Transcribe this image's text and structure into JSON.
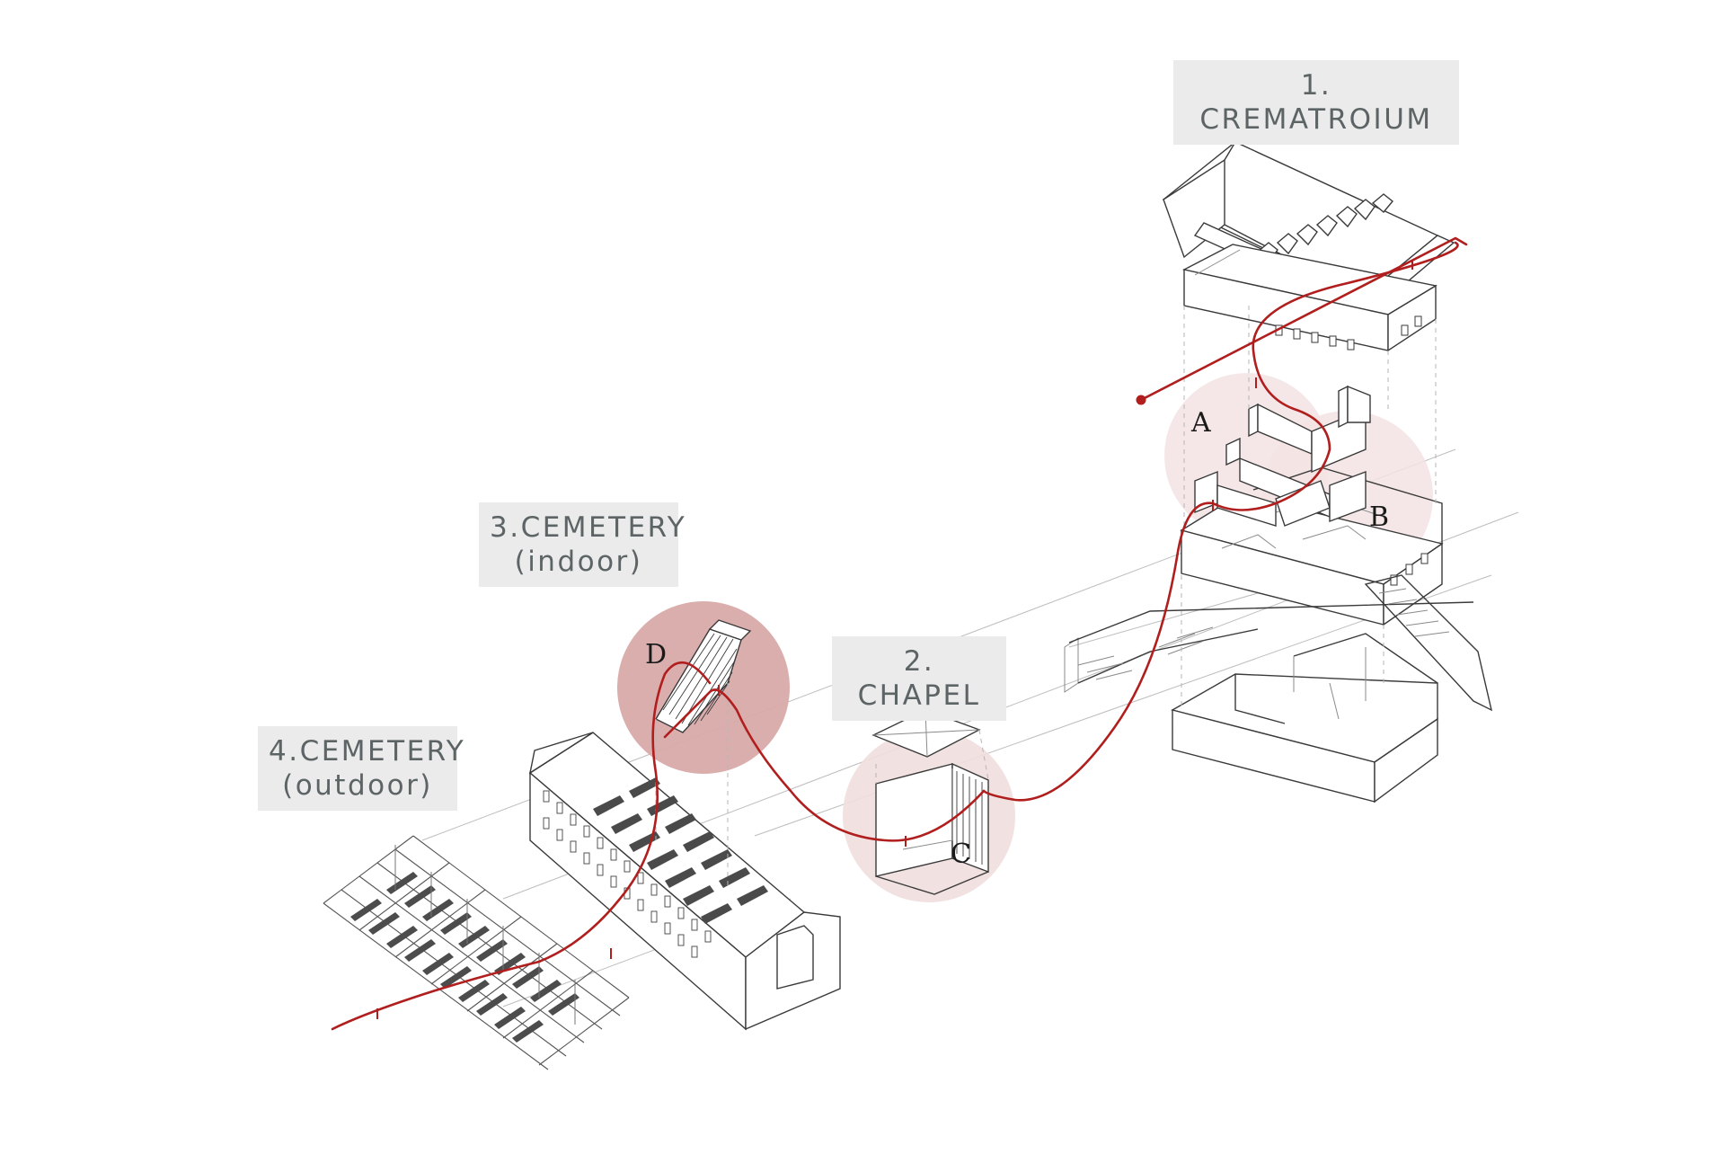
{
  "labels": {
    "crematorium": "1. CREMATROIUM",
    "chapel": "2. CHAPEL",
    "cemetery_indoor_line1": "3.CEMETERY",
    "cemetery_indoor_line2": "(indoor)",
    "cemetery_outdoor_line1": "4.CEMETERY",
    "cemetery_outdoor_line2": "(outdoor)"
  },
  "zones": {
    "a": "A",
    "b": "B",
    "c": "C",
    "d": "D"
  },
  "colors": {
    "route": "#b01e1e",
    "zone_fill_light": "#f3e3e3",
    "zone_fill_dark": "#d9aaaa",
    "label_background": "#ebebeb",
    "label_text": "#5d6466"
  }
}
